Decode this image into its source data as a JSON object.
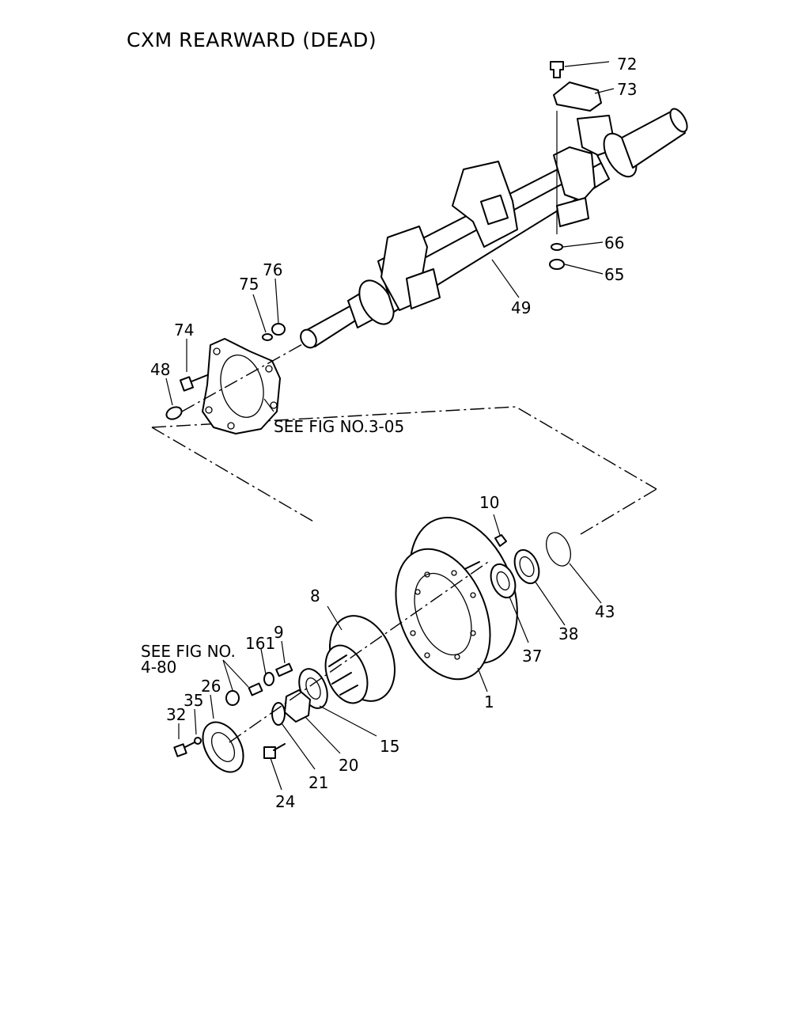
{
  "title": "CXM REARWARD (DEAD)",
  "references": {
    "hub_flange": "SEE FIG NO.3-05",
    "hub_cap_line1": "SEE FIG NO.",
    "hub_cap_line2": "4-80"
  },
  "callouts": [
    "72",
    "73",
    "66",
    "65",
    "49",
    "76",
    "75",
    "74",
    "48",
    "10",
    "8",
    "161",
    "9",
    "43",
    "38",
    "37",
    "1",
    "15",
    "20",
    "21",
    "24",
    "26",
    "35",
    "32"
  ]
}
